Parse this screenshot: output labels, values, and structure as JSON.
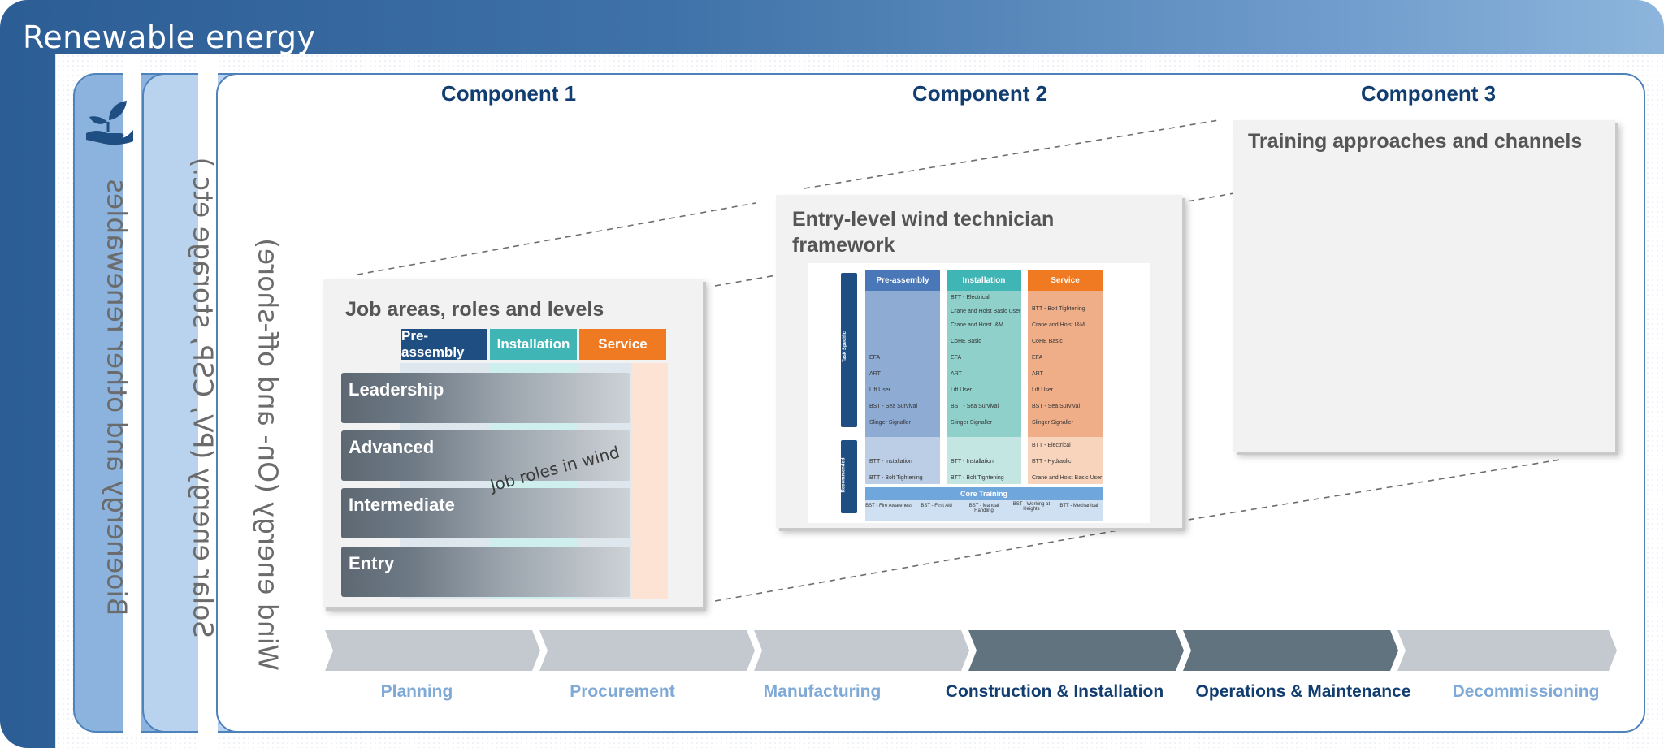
{
  "header": {
    "title": "Renewable energy"
  },
  "sectors": {
    "bio": "Bioenergy and other renewables",
    "solar": "Solar energy (PV, CSP, storage etc.)",
    "wind": "Wind energy (On- and off-shore)"
  },
  "components": [
    {
      "title": "Component 1"
    },
    {
      "title": "Component 2"
    },
    {
      "title": "Component 3"
    }
  ],
  "card1": {
    "title": "Job areas, roles and levels",
    "columns": [
      "Pre-assembly",
      "Installation",
      "Service"
    ],
    "levels": [
      "Leadership",
      "Advanced",
      "Intermediate",
      "Entry"
    ],
    "watermark": "Job roles in wind"
  },
  "card2": {
    "title": "Entry-level wind technician framework",
    "columns": [
      "Pre-assembly",
      "Installation",
      "Service"
    ],
    "side_labels": [
      "Task Specific",
      "Recommended"
    ],
    "preassembly_items": [
      "EFA",
      "ART",
      "Lift User",
      "BST - Sea Survival",
      "Slinger Signaller"
    ],
    "installation_items": [
      "BTT - Electrical",
      "Crane and Hoist Basic User",
      "Crane and Hoist I&M",
      "CoHE Basic",
      "EFA",
      "ART",
      "Lift User",
      "BST - Sea Survival",
      "Slinger Signaller"
    ],
    "service_items": [
      "BTT - Bolt Tightening",
      "Crane and Hoist I&M",
      "CoHE Basic",
      "EFA",
      "ART",
      "Lift User",
      "BST - Sea Survival",
      "Slinger Signaller"
    ],
    "rec_preassembly": [
      "BTT - Installation",
      "BTT - Bolt Tightening"
    ],
    "rec_installation": [
      "BTT - Installation",
      "BTT - Bolt Tightening"
    ],
    "rec_service": [
      "BTT - Electrical",
      "BTT - Hydraulic",
      "Crane and Hoist Basic User"
    ],
    "core_title": "Core Training",
    "core_items": [
      "BST - Fire Awareness",
      "BST - First Aid",
      "BST - Manual Handling",
      "BST - Working at Heights",
      "BTT - Mechanical"
    ]
  },
  "card3": {
    "title": "Training approaches and channels"
  },
  "value_chain": [
    {
      "label": "Planning",
      "highlighted": false
    },
    {
      "label": "Procurement",
      "highlighted": false
    },
    {
      "label": "Manufacturing",
      "highlighted": false
    },
    {
      "label": "Construction & Installation",
      "highlighted": true
    },
    {
      "label": "Operations & Maintenance",
      "highlighted": true
    },
    {
      "label": "Decommissioning",
      "highlighted": false
    }
  ],
  "colors": {
    "navy": "#123d70",
    "preassembly": "#1f4e82",
    "installation": "#3fb5b5",
    "service": "#f07a22",
    "chain_dim": "#c3c9ce",
    "chain_active": "#627380",
    "label_dim": "#7fa9d6"
  }
}
